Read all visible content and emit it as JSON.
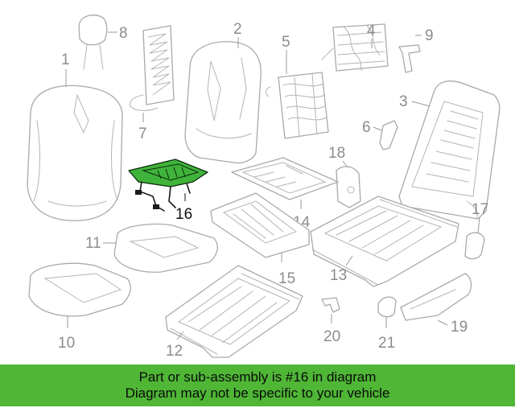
{
  "callouts": {
    "c1": "1",
    "c2": "2",
    "c3": "3",
    "c4": "4",
    "c5": "5",
    "c6": "6",
    "c7": "7",
    "c8": "8",
    "c9": "9",
    "c10": "10",
    "c11": "11",
    "c12": "12",
    "c13": "13",
    "c14": "14",
    "c15": "15",
    "c16": "16",
    "c17": "17",
    "c18": "18",
    "c19": "19",
    "c20": "20",
    "c21": "21"
  },
  "highlighted_part": "16",
  "colors": {
    "highlight": "#3fb33a",
    "banner": "#4fb636",
    "line_art": "#a9a9a9"
  },
  "banner": {
    "line1": "Part or sub-assembly is #16 in diagram",
    "line2": "Diagram may not be specific to your vehicle"
  }
}
